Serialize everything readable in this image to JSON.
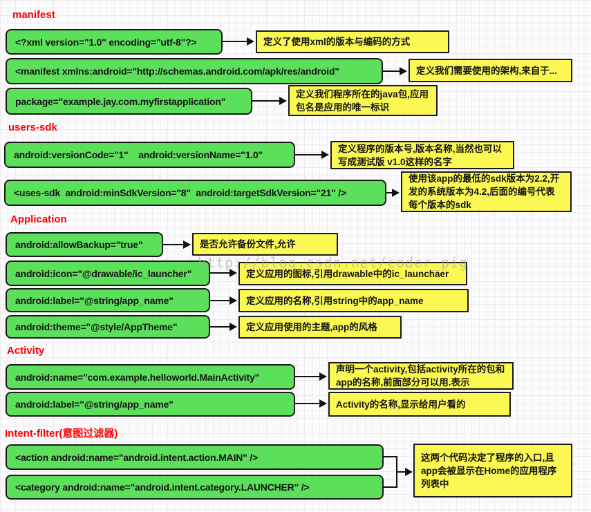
{
  "watermark": "http://blog.csdn.net/coder_pig",
  "sections": {
    "manifest": "manifest",
    "users_sdk": "users-sdk",
    "application": "Application",
    "activity": "Activity",
    "intent_filter": "Intent-filter(意图过滤器)"
  },
  "rows": [
    {
      "code": "<?xml version=\"1.0\" encoding=\"utf-8\"?>",
      "desc": "定义了使用xml的版本与编码的方式"
    },
    {
      "code": "<manifest xmlns:android=\"http://schemas.android.com/apk/res/android\"",
      "desc": "定义我们需要使用的架构,来自于..."
    },
    {
      "code": "package=\"example.jay.com.myfirstapplication\"",
      "desc": "定义我们程序所在的java包,应用包名是应用的唯一标识"
    },
    {
      "code": "android:versionCode=\"1\"    android:versionName=\"1.0\"",
      "desc": "定义程序的版本号,版本名称,当然也可以写成测试版 v1.0这样的名字"
    },
    {
      "code": "<uses-sdk  android:minSdkVersion=\"8\"  android:targetSdkVersion=\"21\" />",
      "desc": "使用该app的最低的sdk版本为2.2,开发的系统版本为4.2,后面的编号代表每个版本的sdk"
    },
    {
      "code": "android:allowBackup=\"true\"",
      "desc": "是否允许备份文件,允许"
    },
    {
      "code": "android:icon=\"@drawable/ic_launcher\"",
      "desc": "定义应用的图标,引用drawable中的ic_launchaer"
    },
    {
      "code": "android:label=\"@string/app_name\"",
      "desc": "定义应用的名称,引用string中的app_name"
    },
    {
      "code": "android:theme=\"@style/AppTheme\"",
      "desc": "定义应用使用的主题,app的风格"
    },
    {
      "code": "android:name=\"com.example.helloworld.MainActivity\"",
      "desc": "声明一个activity,包括activity所在的包和app的名称,前面部分可以用.表示"
    },
    {
      "code": "android:label=\"@string/app_name\"",
      "desc": "Activity的名称,显示给用户看的"
    },
    {
      "code": "<action android:name=\"android.intent.action.MAIN\" />"
    },
    {
      "code": "<category android:name=\"android.intent.category.LAUNCHER\" />"
    }
  ],
  "intent_filter_desc": "这两个代码决定了程序的入口,且app会被显示在Home的应用程序列表中",
  "colors": {
    "code_box_fill": "#5ce05c",
    "desc_box_fill": "#fbf853",
    "heading_color": "#ff0000",
    "border_color": "#1a1a1a"
  }
}
